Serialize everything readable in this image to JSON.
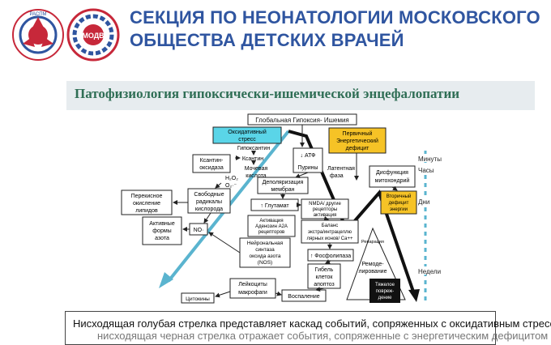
{
  "header": {
    "title_line1": "СЕКЦИЯ ПО НЕОНАТОЛОГИИ МОСКОВСКОГО",
    "title_line2": "ОБЩЕСТВА ДЕТСКИХ ВРАЧЕЙ",
    "logo1_text": "РАСПМ",
    "logo2_text": "МОДВ"
  },
  "slide": {
    "title": "Патофизиология  гипоксически-ишемической энцефалопатии"
  },
  "diagram": {
    "top": "Глобальная Гипоксия- Ишемия",
    "oxidative": [
      "Оксидативный",
      "стресс"
    ],
    "hypoxanthine": "Гипоксантин",
    "xanthine": "Ксантин",
    "xanthine_oxidase": [
      "Ксантин-",
      "оксидаза"
    ],
    "uric_acid": [
      "Мочевая",
      "кислота"
    ],
    "h2o2": "H₂O₂",
    "o2": "O₂·⁻",
    "atp": "↓ АТФ",
    "purines": "Пурины",
    "primary_deficit": [
      "Первичный",
      "Энергетический",
      "дефицит"
    ],
    "latent": [
      "Латентная",
      "фаза"
    ],
    "mito": [
      "Дисфункция",
      "митохондрий"
    ],
    "secondary_deficit": [
      "Вторичный",
      "дефицит",
      "энергии"
    ],
    "depol": [
      "Деполяризация",
      "мембран"
    ],
    "lipid": [
      "Перекисное",
      "окисление",
      "липидов"
    ],
    "radicals": [
      "Свободные",
      "радикалы",
      "кислорода"
    ],
    "glutamate": "↑ Глутамат",
    "nmda": [
      "NMDA/ другие",
      "рецепторы",
      "активация"
    ],
    "adenosine": [
      "Активация",
      "Аденозин A2A",
      "рецепторов"
    ],
    "balance": [
      "Баланс",
      "экстра/интрацеллю",
      "лярных ионов/ Ca++"
    ],
    "nitric": [
      "Активные",
      "формы",
      "азота"
    ],
    "no": "NO·",
    "neuronal": [
      "Нейрональная",
      "синтаза",
      "оксида азота",
      "(NOS)"
    ],
    "phospholipase": "↑ Фосфолипаза",
    "death": [
      "Гибель",
      "клеток",
      "апоптоз"
    ],
    "repair": "Репарация",
    "remodel": [
      "Ремоде-",
      "лирование"
    ],
    "severe": [
      "Тяжелое",
      "повреж-",
      "дение"
    ],
    "leukocytes": [
      "Лейкоциты",
      "макрофаги"
    ],
    "cytokines": "Цитокины",
    "inflammation": "Воспаление",
    "time_labels": [
      "Минуты",
      "Часы",
      "Дни",
      "Недели"
    ]
  },
  "caption": {
    "line1": "Нисходящая голубая стрелка представляет каскад событий, сопряженных с оксидативным стрессом,",
    "line2": "нисходящая черная стрелка отражает события, сопряженные с энергетическим дефицитом"
  }
}
